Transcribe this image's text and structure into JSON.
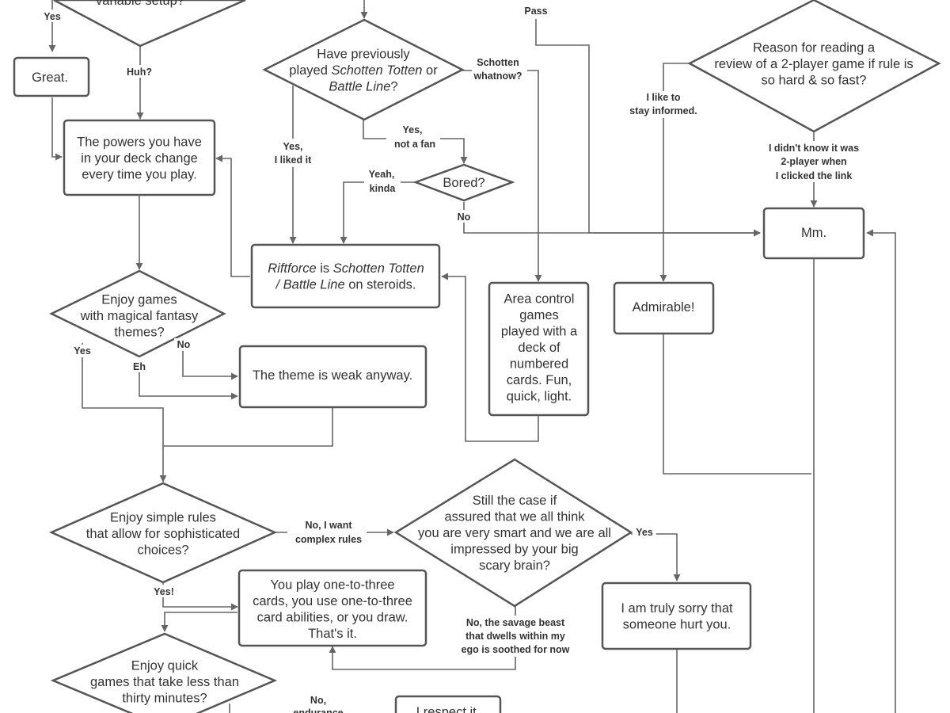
{
  "nodes": {
    "q_variable_setup": {
      "lines": [
        [
          {
            "t": "variable setup?"
          }
        ]
      ]
    },
    "great": {
      "lines": [
        [
          {
            "t": "Great."
          }
        ]
      ]
    },
    "powers": {
      "lines": [
        [
          {
            "t": "The powers you have"
          }
        ],
        [
          {
            "t": "in your deck change"
          }
        ],
        [
          {
            "t": "every time you play."
          }
        ]
      ]
    },
    "q_previously_played": {
      "lines": [
        [
          {
            "t": "Have previously"
          }
        ],
        [
          {
            "t": "played "
          },
          {
            "t": "Schotten Totten",
            "i": true
          },
          {
            "t": " or"
          }
        ],
        [
          {
            "t": "Battle Line",
            "i": true
          },
          {
            "t": "?"
          }
        ]
      ]
    },
    "q_bored": {
      "lines": [
        [
          {
            "t": "Bored?"
          }
        ]
      ]
    },
    "riftforce_steroids": {
      "lines": [
        [
          {
            "t": "Riftforce",
            "i": true
          },
          {
            "t": " is "
          },
          {
            "t": "Schotten Totten",
            "i": true
          }
        ],
        [
          {
            "t": "/ Battle Line",
            "i": true
          },
          {
            "t": " on steroids."
          }
        ]
      ]
    },
    "area_control": {
      "lines": [
        [
          {
            "t": "Area control"
          }
        ],
        [
          {
            "t": "games"
          }
        ],
        [
          {
            "t": "played with a"
          }
        ],
        [
          {
            "t": "deck of"
          }
        ],
        [
          {
            "t": "numbered"
          }
        ],
        [
          {
            "t": "cards. Fun,"
          }
        ],
        [
          {
            "t": "quick, light."
          }
        ]
      ]
    },
    "q_reason": {
      "lines": [
        [
          {
            "t": "Reason for reading a"
          }
        ],
        [
          {
            "t": "review of a 2-player game if rule is"
          }
        ],
        [
          {
            "t": "so hard & so fast?"
          }
        ]
      ]
    },
    "mm": {
      "lines": [
        [
          {
            "t": "Mm."
          }
        ]
      ]
    },
    "admirable": {
      "lines": [
        [
          {
            "t": "Admirable!"
          }
        ]
      ]
    },
    "q_fantasy": {
      "lines": [
        [
          {
            "t": "Enjoy games"
          }
        ],
        [
          {
            "t": "with magical fantasy"
          }
        ],
        [
          {
            "t": "themes?"
          }
        ]
      ]
    },
    "theme_weak": {
      "lines": [
        [
          {
            "t": "The theme is weak anyway."
          }
        ]
      ]
    },
    "q_simple_rules": {
      "lines": [
        [
          {
            "t": "Enjoy simple rules"
          }
        ],
        [
          {
            "t": "that allow for sophisticated"
          }
        ],
        [
          {
            "t": "choices?"
          }
        ]
      ]
    },
    "q_still_case": {
      "lines": [
        [
          {
            "t": "Still the case if"
          }
        ],
        [
          {
            "t": "assured that we all think"
          }
        ],
        [
          {
            "t": "you are very smart and we are all"
          }
        ],
        [
          {
            "t": "impressed by your big"
          }
        ],
        [
          {
            "t": "scary brain?"
          }
        ]
      ]
    },
    "truly_sorry": {
      "lines": [
        [
          {
            "t": "I am truly sorry that"
          }
        ],
        [
          {
            "t": "someone hurt you."
          }
        ]
      ]
    },
    "play_cards": {
      "lines": [
        [
          {
            "t": "You play one-to-three"
          }
        ],
        [
          {
            "t": "cards, you use one-to-three"
          }
        ],
        [
          {
            "t": "card abilities, or you draw."
          }
        ],
        [
          {
            "t": "That's it."
          }
        ]
      ]
    },
    "q_quick_games": {
      "lines": [
        [
          {
            "t": "Enjoy quick"
          }
        ],
        [
          {
            "t": "games that take less than"
          }
        ],
        [
          {
            "t": "thirty minutes?"
          }
        ]
      ]
    },
    "respect_it": {
      "lines": [
        [
          {
            "t": "I respect it."
          }
        ]
      ]
    }
  },
  "edge_labels": {
    "yes_top": "Yes",
    "huh": "Huh?",
    "pass": "Pass",
    "schotten_1": "Schotten",
    "schotten_2": "whatnow?",
    "yes_liked_1": "Yes,",
    "yes_liked_2": "I liked it",
    "yes_notfan_1": "Yes,",
    "yes_notfan_2": "not a fan",
    "yeah_1": "Yeah,",
    "yeah_2": "kinda",
    "no_bored": "No",
    "informed_1": "I like to",
    "informed_2": "stay informed.",
    "didnt_know_1": "I didn't know it was",
    "didnt_know_2": "2-player when",
    "didnt_know_3": "I clicked the link",
    "yes_fantasy": "Yes",
    "no_fantasy": "No",
    "eh": "Eh",
    "no_complex_1": "No, I want",
    "no_complex_2": "complex rules",
    "yes_brain": "Yes",
    "yes_simple": "Yes!",
    "no_savage_1": "No, the savage beast",
    "no_savage_2": "that dwells within my",
    "no_savage_3": "ego is soothed for now",
    "no_endurance_1": "No,",
    "no_endurance_2": "endurance"
  },
  "colors": {
    "stroke": "#555555",
    "edge": "#666666",
    "text": "#333333",
    "background": "#ffffff"
  }
}
